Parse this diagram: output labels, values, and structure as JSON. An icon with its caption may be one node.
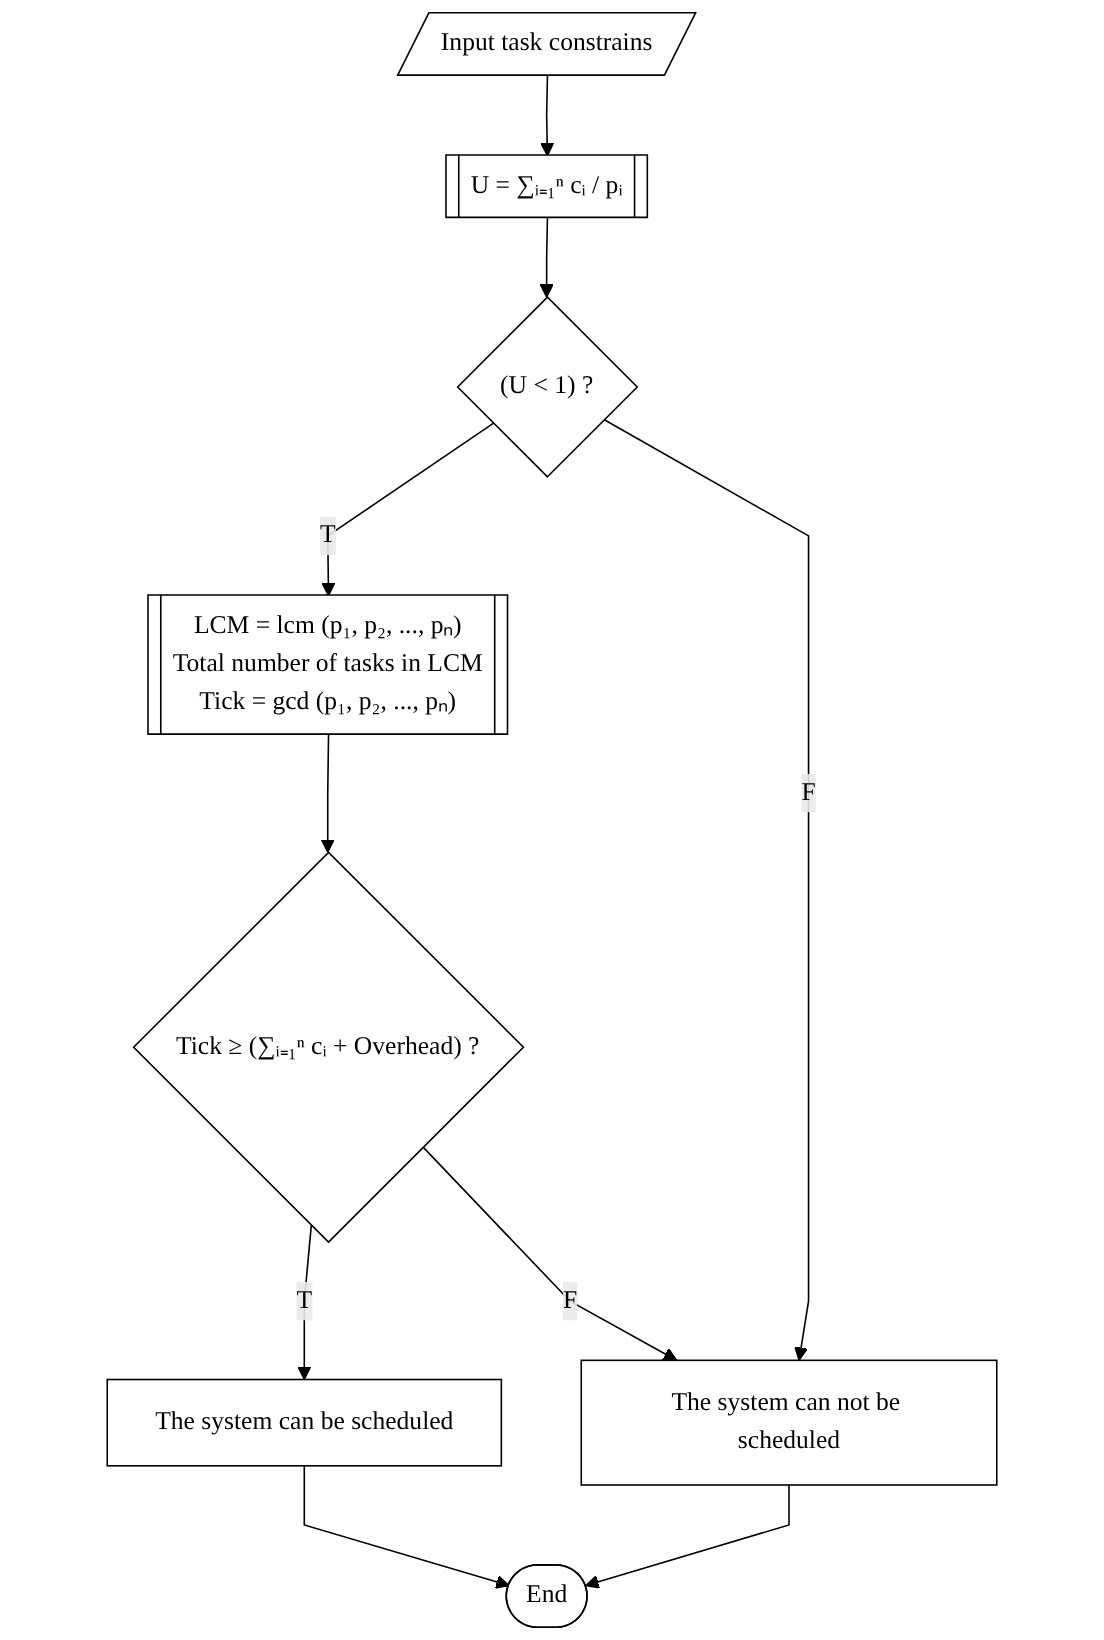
{
  "diagram": {
    "nodes": [
      {
        "text": [
          "Input task constrains"
        ]
      },
      {
        "text": [
          "U = ∑ᵢ₌₁ⁿ cᵢ / pᵢ"
        ]
      },
      {
        "text": [
          "(U < 1) ?"
        ]
      },
      {
        "text": [
          "LCM = lcm (p₁, p₂, ..., pₙ)",
          "Total number of tasks in LCM",
          "Tick = gcd (p₁, p₂, ..., pₙ)"
        ]
      },
      {
        "text": [
          "Tick ≥ (∑ᵢ₌₁ⁿ cᵢ + Overhead) ?"
        ]
      },
      {
        "text": [
          "The system can be scheduled"
        ]
      },
      {
        "text": [
          "The system can not be scheduled"
        ]
      },
      {
        "text": [
          "End"
        ]
      }
    ],
    "edges": [
      {
        "from": 0,
        "to": 1,
        "arrow": "to"
      },
      {
        "from": 1,
        "to": 2,
        "arrow": "to"
      },
      {
        "from": 2,
        "to": 3,
        "arrow": "to",
        "label": "T"
      },
      {
        "from": 2,
        "to": 6,
        "arrow": "to",
        "label": "F"
      },
      {
        "from": 3,
        "to": 4,
        "arrow": "to"
      },
      {
        "from": 4,
        "to": 5,
        "arrow": "to",
        "label": "T"
      },
      {
        "from": 4,
        "to": 6,
        "arrow": "to",
        "label": "F"
      },
      {
        "from": 5,
        "to": 7,
        "arrow": "to"
      },
      {
        "from": 6,
        "to": 7,
        "arrow": "to"
      }
    ]
  }
}
